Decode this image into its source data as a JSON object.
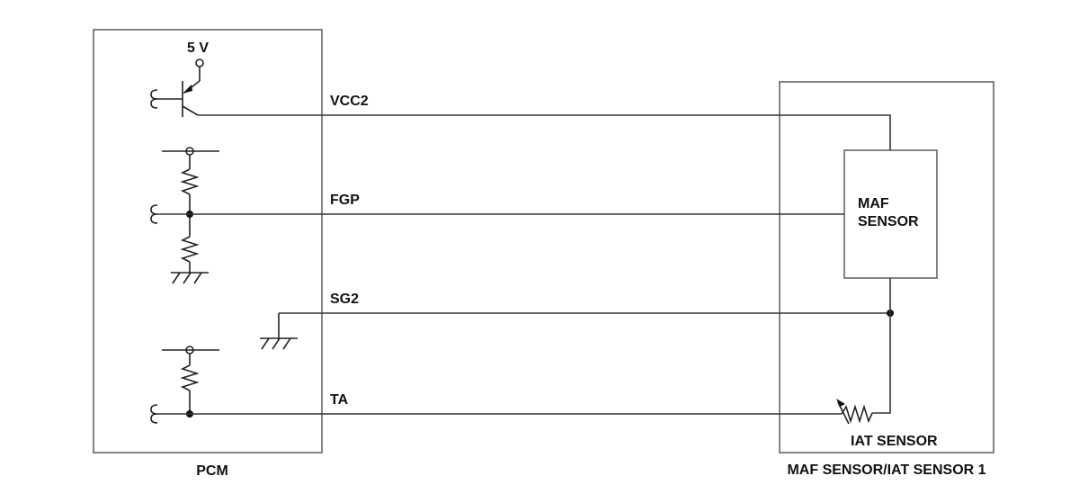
{
  "colors": {
    "line": "#333333",
    "box": "#777777",
    "text": "#111111",
    "background": "#ffffff"
  },
  "pcm": {
    "label": "PCM",
    "supply_label": "5 V"
  },
  "signals": {
    "vcc2": "VCC2",
    "fgp": "FGP",
    "sg2": "SG2",
    "ta": "TA"
  },
  "sensor_module": {
    "label": "MAF SENSOR/IAT SENSOR 1",
    "maf_line1": "MAF",
    "maf_line2": "SENSOR",
    "iat_label": "IAT SENSOR"
  }
}
